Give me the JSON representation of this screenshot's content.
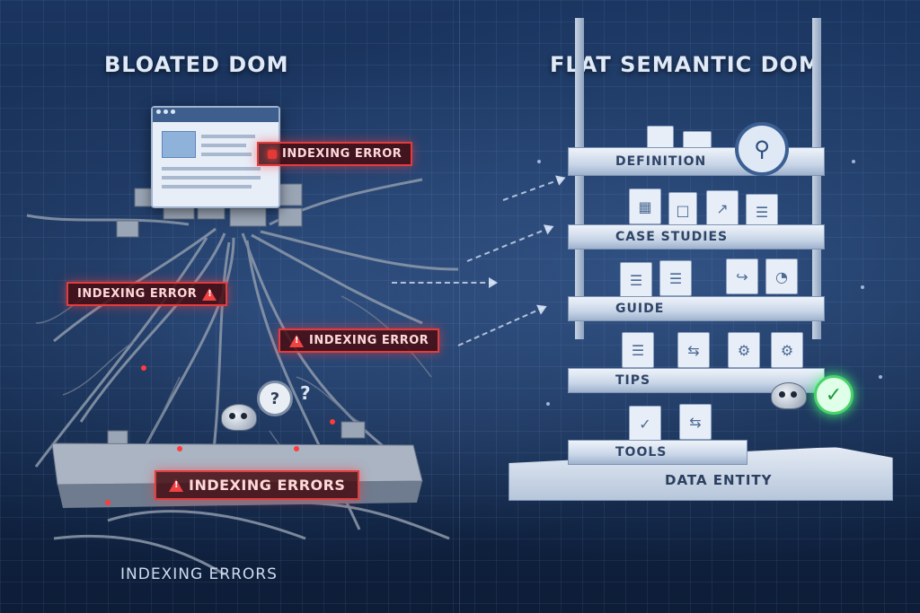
{
  "left": {
    "title": "BLOATED DOM",
    "errors": [
      {
        "label": "INDEXING ERROR",
        "icon": "error-dot-icon"
      },
      {
        "label": "INDEXING ERROR",
        "icon": "warning-icon"
      },
      {
        "label": "INDEXING ERROR",
        "icon": "warning-icon"
      },
      {
        "label": "INDEXING ERRORS",
        "icon": "warning-icon"
      }
    ],
    "bottom_label": "INDEXING ERRORS",
    "crawler_status": "?"
  },
  "right": {
    "title": "FLAT SEMANTIC DOM",
    "shelves": [
      {
        "label": "DEFINITION"
      },
      {
        "label": "CASE STUDIES"
      },
      {
        "label": "GUIDE"
      },
      {
        "label": "TIPS"
      },
      {
        "label": "TOOLS"
      }
    ],
    "platform_label": "DATA ENTITY",
    "crawler_status": "✓"
  },
  "colors": {
    "error": "#e23d3d",
    "success": "#49d46a",
    "background": "#13294b"
  }
}
